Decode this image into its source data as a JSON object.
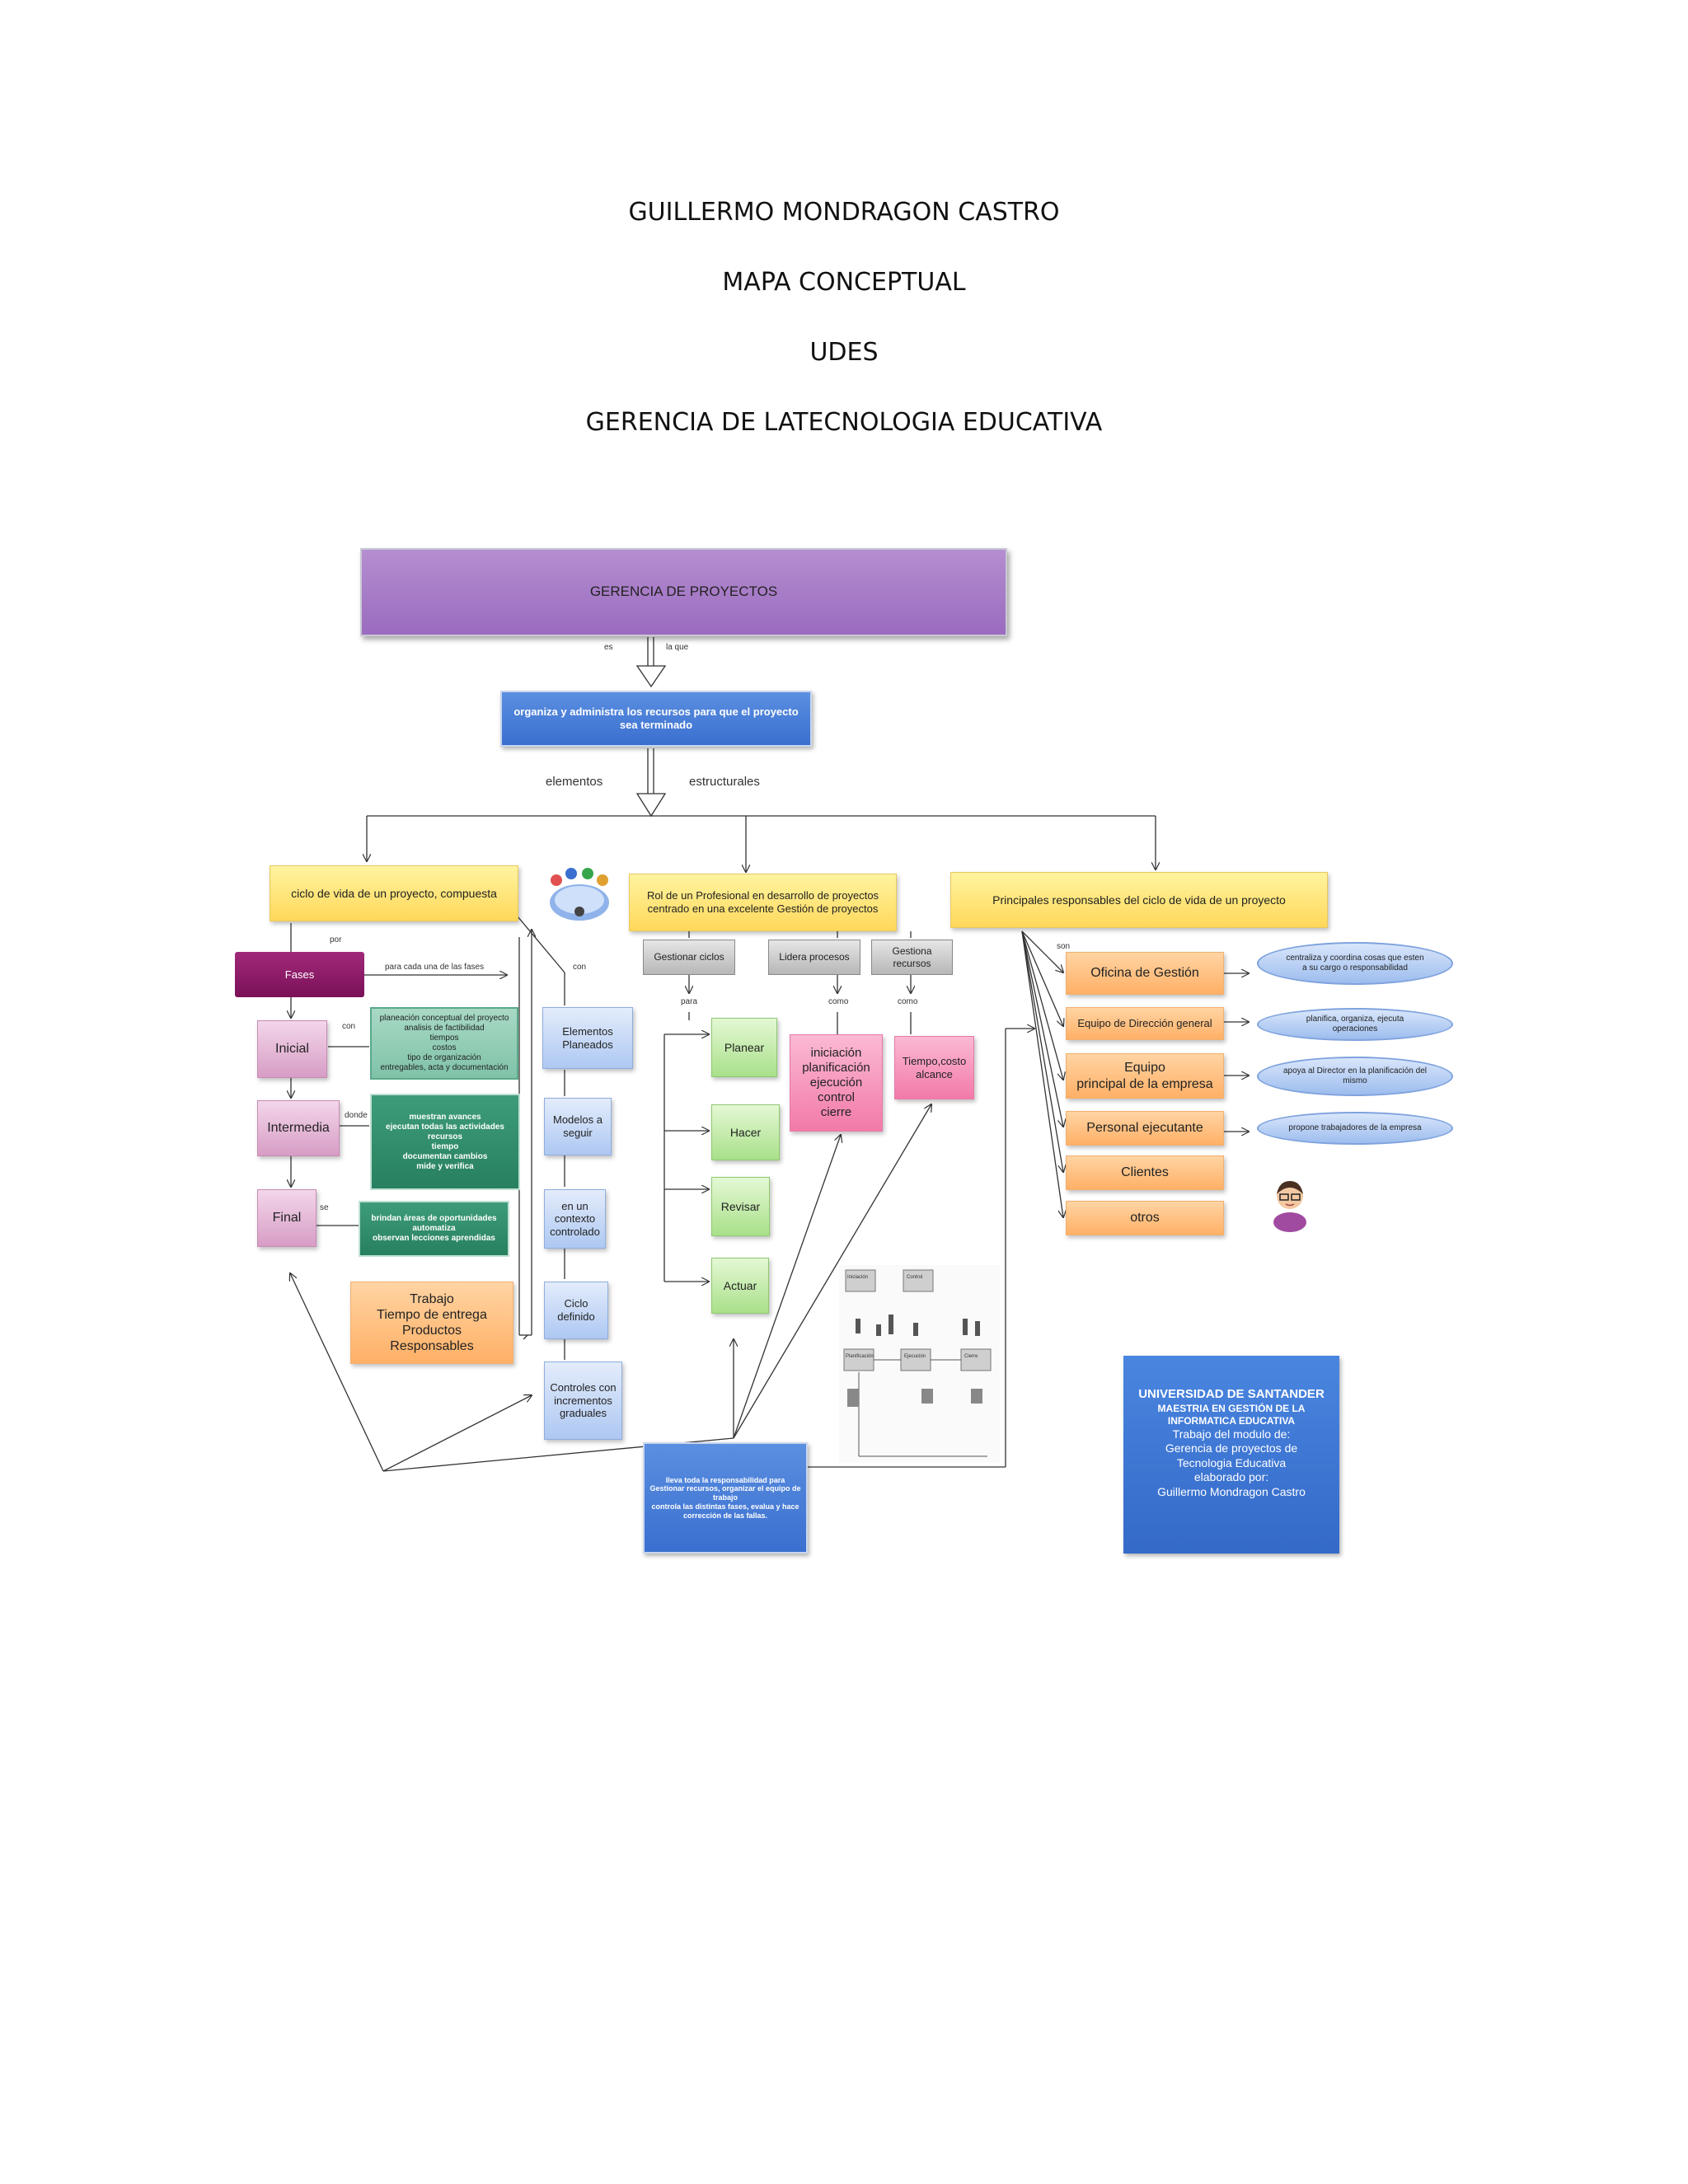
{
  "header": {
    "author": "GUILLERMO MONDRAGON CASTRO",
    "doc_type": "MAPA CONCEPTUAL",
    "institution": "UDES",
    "subject": "GERENCIA DE LATECNOLOGIA  EDUCATIVA"
  },
  "map": {
    "root": "GERENCIA  DE PROYECTOS",
    "root_link_es": "es",
    "root_link_la_que": "la  que",
    "definition": "organiza y administra los recursos para que el proyecto sea terminado",
    "link_elementos": "elementos",
    "link_estructurales": "estructurales",
    "branch_left": "ciclo de vida de un proyecto, compuesta",
    "branch_center": "Rol de un  Profesional en desarrollo de proyectos centrado en una excelente Gestión de proyectos",
    "branch_right": "Principales responsables del ciclo de vida de un proyecto",
    "link_por": "por",
    "link_con_left": "con",
    "link_para_cada": "para cada una de las fases",
    "fases": "Fases",
    "phases": [
      {
        "label": "Inicial",
        "link": "con",
        "detail": "planeación conceptual del proyecto\nanalisis de factibilidad\ntiempos\ncostos\ntipo de organización\nentregables, acta y documentación"
      },
      {
        "label": "Intermedia",
        "link": "donde",
        "detail": "muestran avances\nejecutan todas las actividades\nrecursos\ntiempo\ndocumentan cambios\nmide y verifica"
      },
      {
        "label": "Final",
        "link": "se",
        "detail": "brindan áreas de oportunidades\nautomatiza\nobservan lecciones aprendidas"
      }
    ],
    "work_box": "Trabajo\nTiempo de entrega\nProductos\nResponsables",
    "cycle_items": [
      "Elementos Planeados",
      "Modelos a seguir",
      "en un contexto controlado",
      "Ciclo definido",
      "Controles con incrementos graduales"
    ],
    "center_actions": [
      {
        "label": "Gestionar ciclos",
        "link": "para"
      },
      {
        "label": "Lidera procesos",
        "link": "como"
      },
      {
        "label": "Gestiona recursos",
        "link": "como"
      }
    ],
    "pdca": [
      "Planear",
      "Hacer",
      "Revisar",
      "Actuar"
    ],
    "process_box": "iniciación\nplanificación\nejecución\ncontrol\ncierre",
    "resources_box": "Tiempo,costo\nalcance",
    "responsibility_box": "lleva toda la responsabilidad para Gestionar recursos, organizar el equipo de  trabajo\ncontrola las distintas fases, evalua y hace corrección de las fallas.",
    "link_son": "son",
    "responsibles": [
      {
        "label": "Oficina de Gestión",
        "note": "centraliza y coordina cosas que esten a su cargo o responsabilidad"
      },
      {
        "label": "Equipo de Dirección general",
        "note": "planifica, organiza, ejecuta operaciones"
      },
      {
        "label": "Equipo\nprincipal de la empresa",
        "note": "apoya al Director en la planificación del mismo"
      },
      {
        "label": "Personal ejecutante",
        "note": "propone trabajadores de la empresa"
      },
      {
        "label": "Clientes",
        "note": ""
      },
      {
        "label": "otros",
        "note": ""
      }
    ],
    "credits": {
      "university": "UNIVERSIDAD DE SANTANDER",
      "program": "MAESTRIA EN GESTIÓN DE LA INFORMATICA EDUCATIVA",
      "line1": "Trabajo del modulo de:",
      "line2": "Gerencia de proyectos de Tecnologia Educativa",
      "line3": "elaborado por:",
      "line4": "Guillermo Mondragon Castro"
    },
    "diagram_thumb_labels": [
      "Iniciación",
      "Planificación",
      "Ejecución",
      "Control",
      "Cierre"
    ]
  },
  "colors": {
    "purple": "#9a6bbf",
    "blue": "#3a6fd0",
    "yellow": "#ffd85a",
    "green": "#a9e08a",
    "pink": "#f27aaa",
    "orange": "#ffb066",
    "teal": "#27805f",
    "credits_blue": "#3d78d8"
  }
}
